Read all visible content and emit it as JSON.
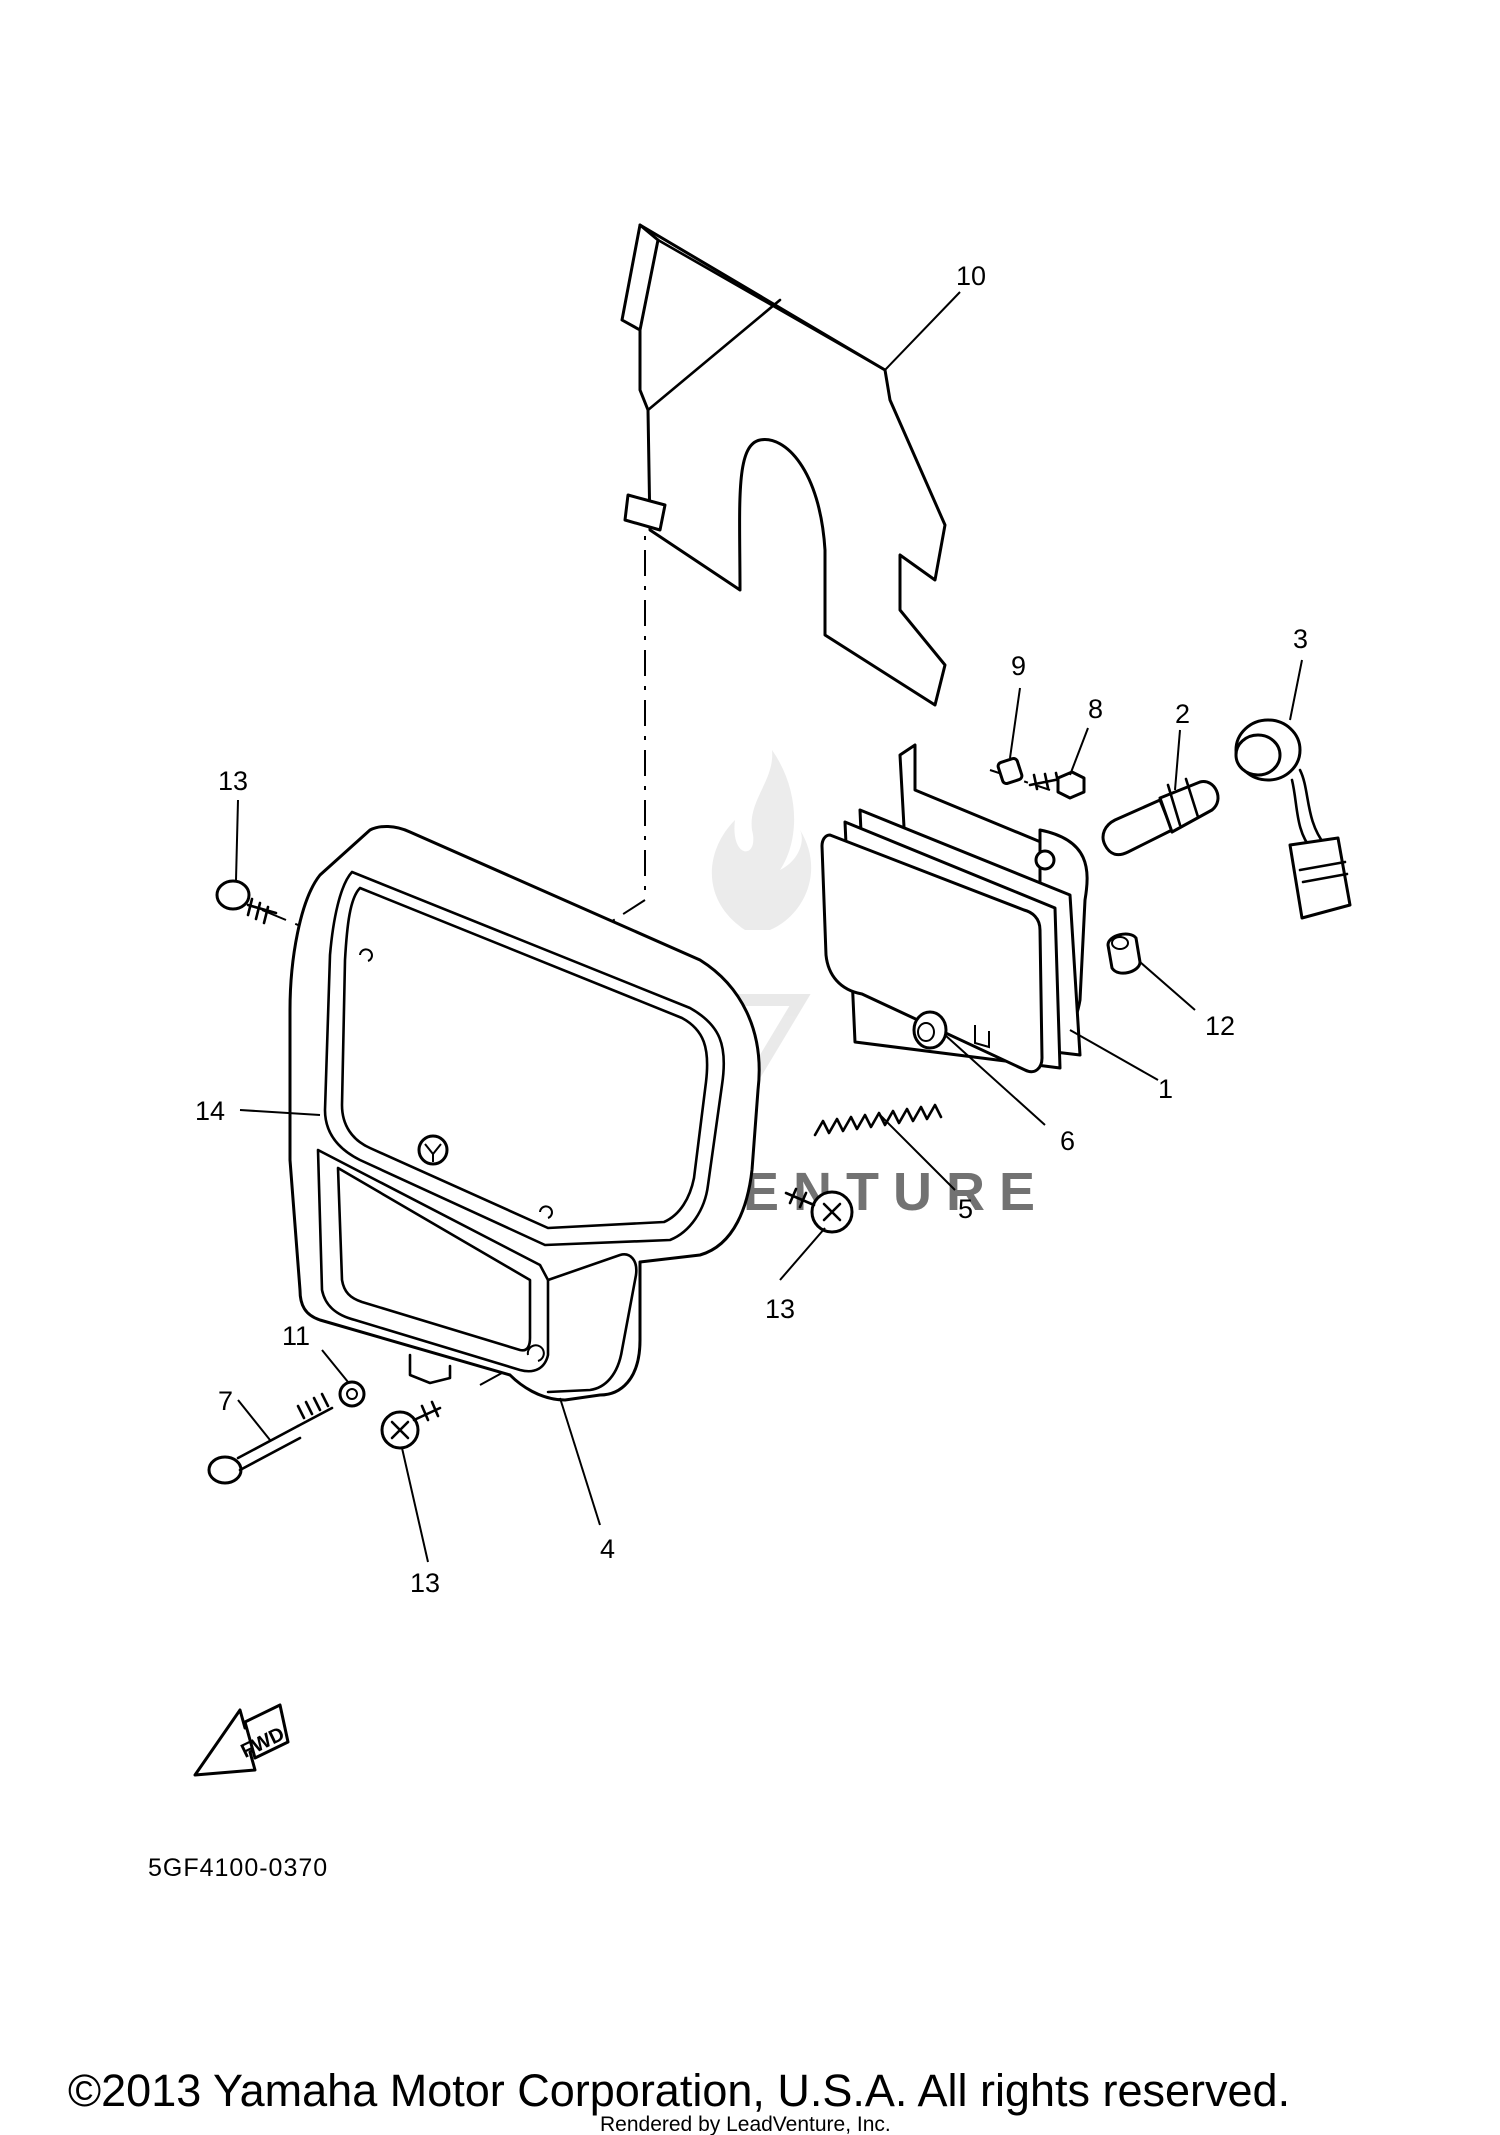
{
  "callouts": {
    "c1": "1",
    "c2": "2",
    "c3": "3",
    "c4": "4",
    "c5": "5",
    "c6": "6",
    "c7": "7",
    "c8": "8",
    "c9": "9",
    "c10": "10",
    "c11": "11",
    "c12": "12",
    "c13a": "13",
    "c13b": "13",
    "c13c": "13",
    "c14": "14"
  },
  "fwd_arrow": {
    "label": "FWD"
  },
  "diagram_code": "5GF4100-0370",
  "watermark": {
    "text": "LEADVENTURE",
    "icon": "leadventure-flame-logo"
  },
  "footer": {
    "copyright": "©2013 Yamaha Motor Corporation, U.S.A. All rights reserved.",
    "rendered_by": "Rendered by LeadVenture, Inc."
  }
}
